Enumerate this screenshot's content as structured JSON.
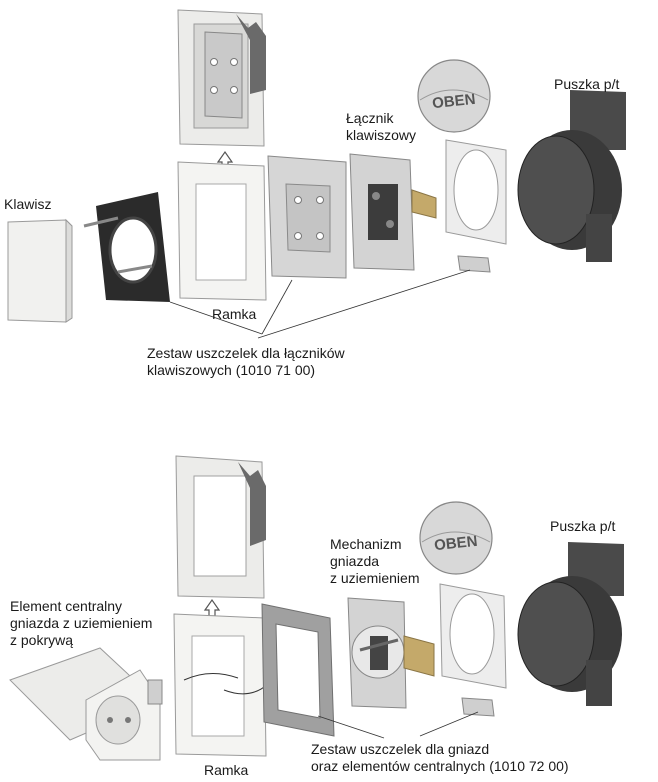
{
  "top": {
    "klawisz": "Klawisz",
    "ramka": "Ramka",
    "lacznik": "Łącznik\nklawiszowy",
    "puszka": "Puszka p/t",
    "zestaw": "Zestaw uszczelek dla łączników\nklawiszowych (1010 71 00)",
    "oben": "OBEN"
  },
  "bottom": {
    "element": "Element centralny\ngniazda z uziemieniem\nz pokrywą",
    "ramka": "Ramka",
    "mechanizm": "Mechanizm\ngniazda\nz uziemieniem",
    "puszka": "Puszka p/t",
    "zestaw": "Zestaw uszczelek dla gniazd\noraz elementów centralnych (1010 72 00)",
    "oben": "OBEN"
  }
}
